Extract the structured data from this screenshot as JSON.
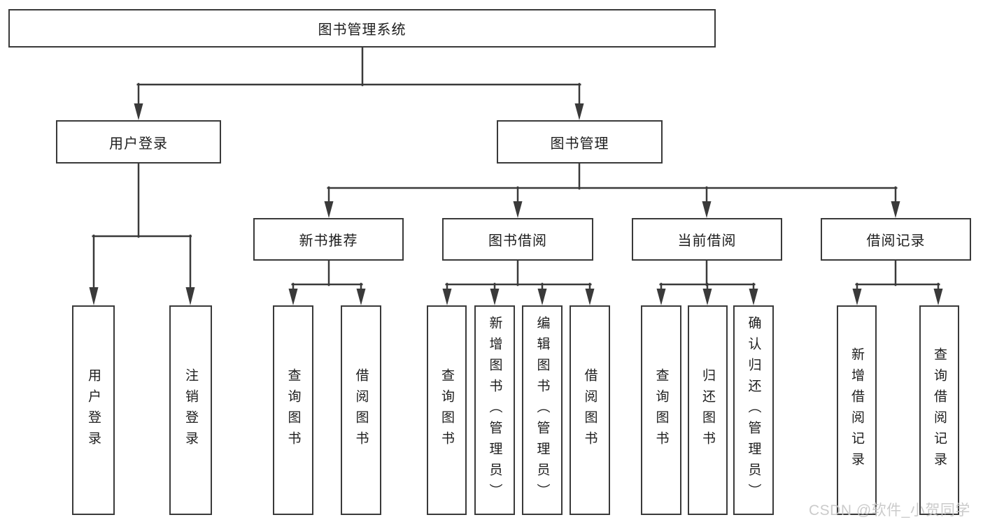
{
  "colors": {
    "line": "#3a3a3a",
    "box_border": "#3a3a3a",
    "text": "#1d1d1d",
    "background": "#ffffff",
    "watermark": "#c7c7c7"
  },
  "tree": {
    "root": {
      "label": "图书管理系统"
    },
    "branches": [
      {
        "label": "用户登录",
        "children": [
          {
            "label": "用户登录"
          },
          {
            "label": "注销登录"
          }
        ]
      },
      {
        "label": "图书管理",
        "children": [
          {
            "label": "新书推荐",
            "children": [
              {
                "label": "查询图书"
              },
              {
                "label": "借阅图书"
              }
            ]
          },
          {
            "label": "图书借阅",
            "children": [
              {
                "label": "查询图书"
              },
              {
                "label": "新增图书（管理员）"
              },
              {
                "label": "编辑图书（管理员）"
              },
              {
                "label": "借阅图书"
              }
            ]
          },
          {
            "label": "当前借阅",
            "children": [
              {
                "label": "查询图书"
              },
              {
                "label": "归还图书"
              },
              {
                "label": "确认归还（管理员）"
              }
            ]
          },
          {
            "label": "借阅记录",
            "children": [
              {
                "label": "新增借阅记录"
              },
              {
                "label": "查询借阅记录"
              }
            ]
          }
        ]
      }
    ]
  },
  "watermark": "CSDN @软件_小贺同学"
}
